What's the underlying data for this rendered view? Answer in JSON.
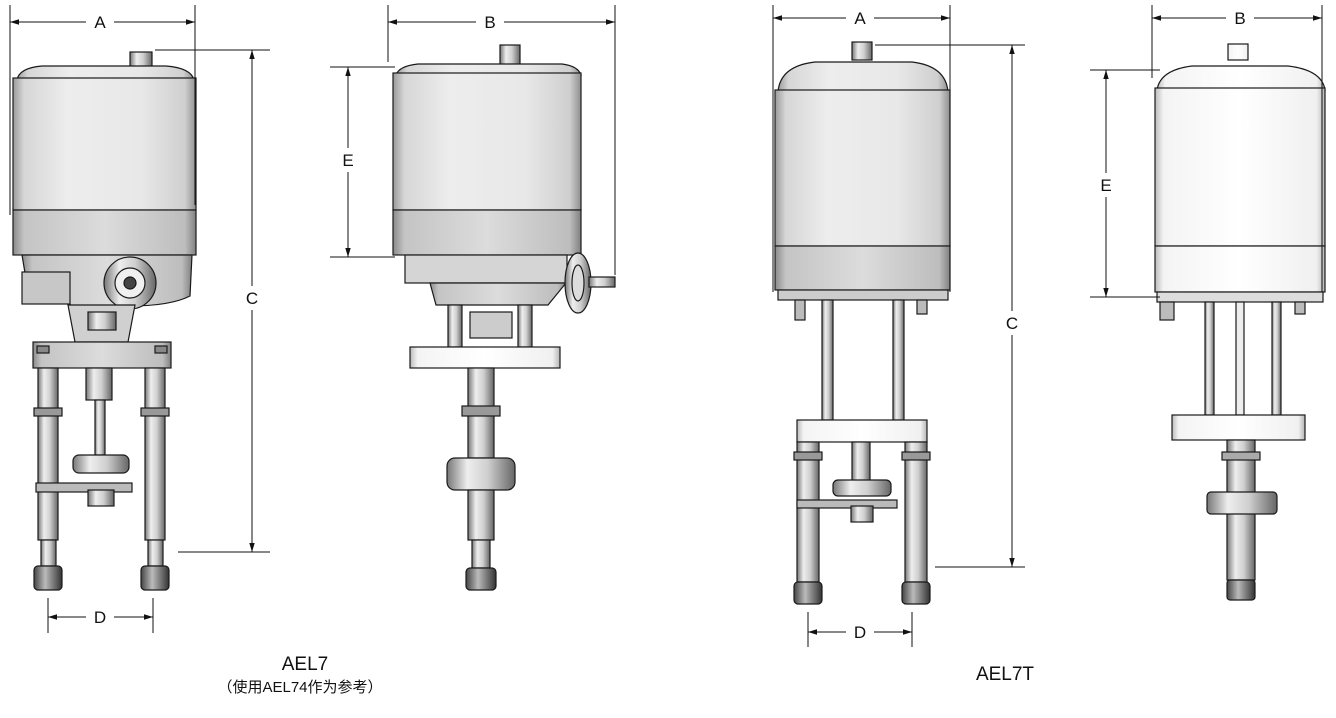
{
  "views": {
    "ael7_front": {
      "dim_a": "A",
      "dim_c": "C",
      "dim_d": "D"
    },
    "ael7_side": {
      "dim_b": "B",
      "dim_e": "E"
    },
    "ael7t_front": {
      "dim_a": "A",
      "dim_c": "C",
      "dim_d": "D"
    },
    "ael7t_side": {
      "dim_b": "B",
      "dim_e": "E"
    }
  },
  "captions": {
    "ael7": "AEL7",
    "ael7_note": "（使用AEL74作为参考）",
    "ael7t": "AEL7T"
  },
  "colors": {
    "line": "#111111",
    "background": "#ffffff"
  }
}
